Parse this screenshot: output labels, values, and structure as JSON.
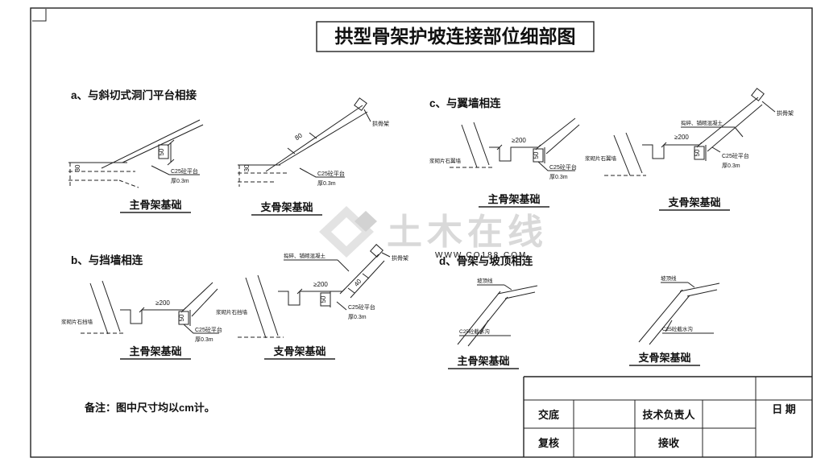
{
  "title": "拱型骨架护坡连接部位细部图",
  "remark": "备注：图中尺寸均以cm计。",
  "watermark": {
    "text": "土木在线",
    "subtext": "WWW.CO188.COM"
  },
  "sections": [
    {
      "id": "a",
      "label": "a、与斜切式洞门平台相接",
      "main": {
        "caption": "主骨架基础",
        "dim_side": "30",
        "dim_depth": "50",
        "note1": "C25砼平台",
        "note2": "厚0.3m"
      },
      "sub": {
        "caption": "支骨架基础",
        "dim_side": "30",
        "dim_slope": "80",
        "arch": "拱骨架",
        "note1": "C25砼平台",
        "note2": "厚0.3m"
      }
    },
    {
      "id": "b",
      "label": "b、与挡墙相连",
      "main": {
        "caption": "主骨架基础",
        "wall": "浆砌片石挡墙",
        "dim_width": "≥200",
        "dim_depth": "50",
        "note1": "C25砼平台",
        "note2": "厚0.3m"
      },
      "sub": {
        "caption": "支骨架基础",
        "wall": "浆砌片石挡墙",
        "dim_width": "≥200",
        "dim_depth": "50",
        "dim_slope": "40",
        "pave": "捣碎、铺砌混凝土",
        "arch": "拱骨架",
        "note1": "C25砼平台",
        "note2": "厚0.3m"
      }
    },
    {
      "id": "c",
      "label": "c、与翼墙相连",
      "main": {
        "caption": "主骨架基础",
        "wall": "浆砌片石翼墙",
        "dim_width": "≥200",
        "dim_depth": "50",
        "note1": "C25砼平台",
        "note2": "厚0.3m"
      },
      "sub": {
        "caption": "支骨架基础",
        "wall": "浆砌片石翼墙",
        "dim_width": "≥200",
        "dim_depth": "50",
        "pave": "捣碎、铺砌混凝土",
        "arch": "拱骨架",
        "note1": "C25砼平台",
        "note2": "厚0.3m"
      }
    },
    {
      "id": "d",
      "label": "d、骨架与坡顶相连",
      "main": {
        "caption": "主骨架基础",
        "top": "坡顶线",
        "note1": "C25砼截水沟"
      },
      "sub": {
        "caption": "支骨架基础",
        "top": "坡顶线",
        "note1": "C25砼截水沟"
      }
    }
  ],
  "titleblock": {
    "row1_label1": "交底",
    "row1_label2": "技术负责人",
    "date_label": "日  期",
    "row2_label1": "复核",
    "row2_label2": "接收"
  }
}
